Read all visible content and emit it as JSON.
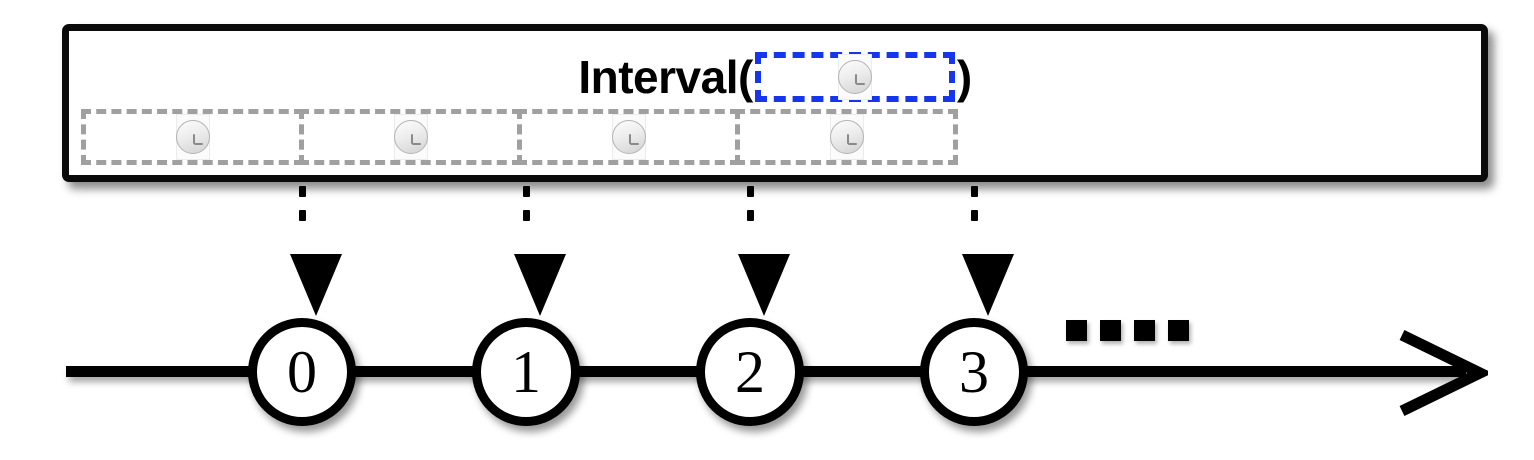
{
  "diagram": {
    "title_prefix": "Interval(",
    "title_suffix": ")",
    "highlight_box": {
      "icon": "clock-icon",
      "border_color": "#1535ee",
      "border_style": "dashed"
    },
    "sequence": {
      "border_color": "#a0a0a0",
      "border_style": "dashed",
      "cells": [
        {
          "icon": "clock-icon",
          "index": 0
        },
        {
          "icon": "clock-icon",
          "index": 1
        },
        {
          "icon": "clock-icon",
          "index": 2
        },
        {
          "icon": "clock-icon",
          "index": 3
        }
      ]
    },
    "arrows": [
      {
        "icon": "down-arrow-icon",
        "target": "0"
      },
      {
        "icon": "down-arrow-icon",
        "target": "1"
      },
      {
        "icon": "down-arrow-icon",
        "target": "2"
      },
      {
        "icon": "down-arrow-icon",
        "target": "3"
      }
    ],
    "timeline": {
      "nodes": [
        {
          "label": "0"
        },
        {
          "label": "1"
        },
        {
          "label": "2"
        },
        {
          "label": "3"
        }
      ],
      "continuation": "....",
      "arrow_icon": "right-arrow-icon",
      "line_color": "#000000"
    }
  }
}
